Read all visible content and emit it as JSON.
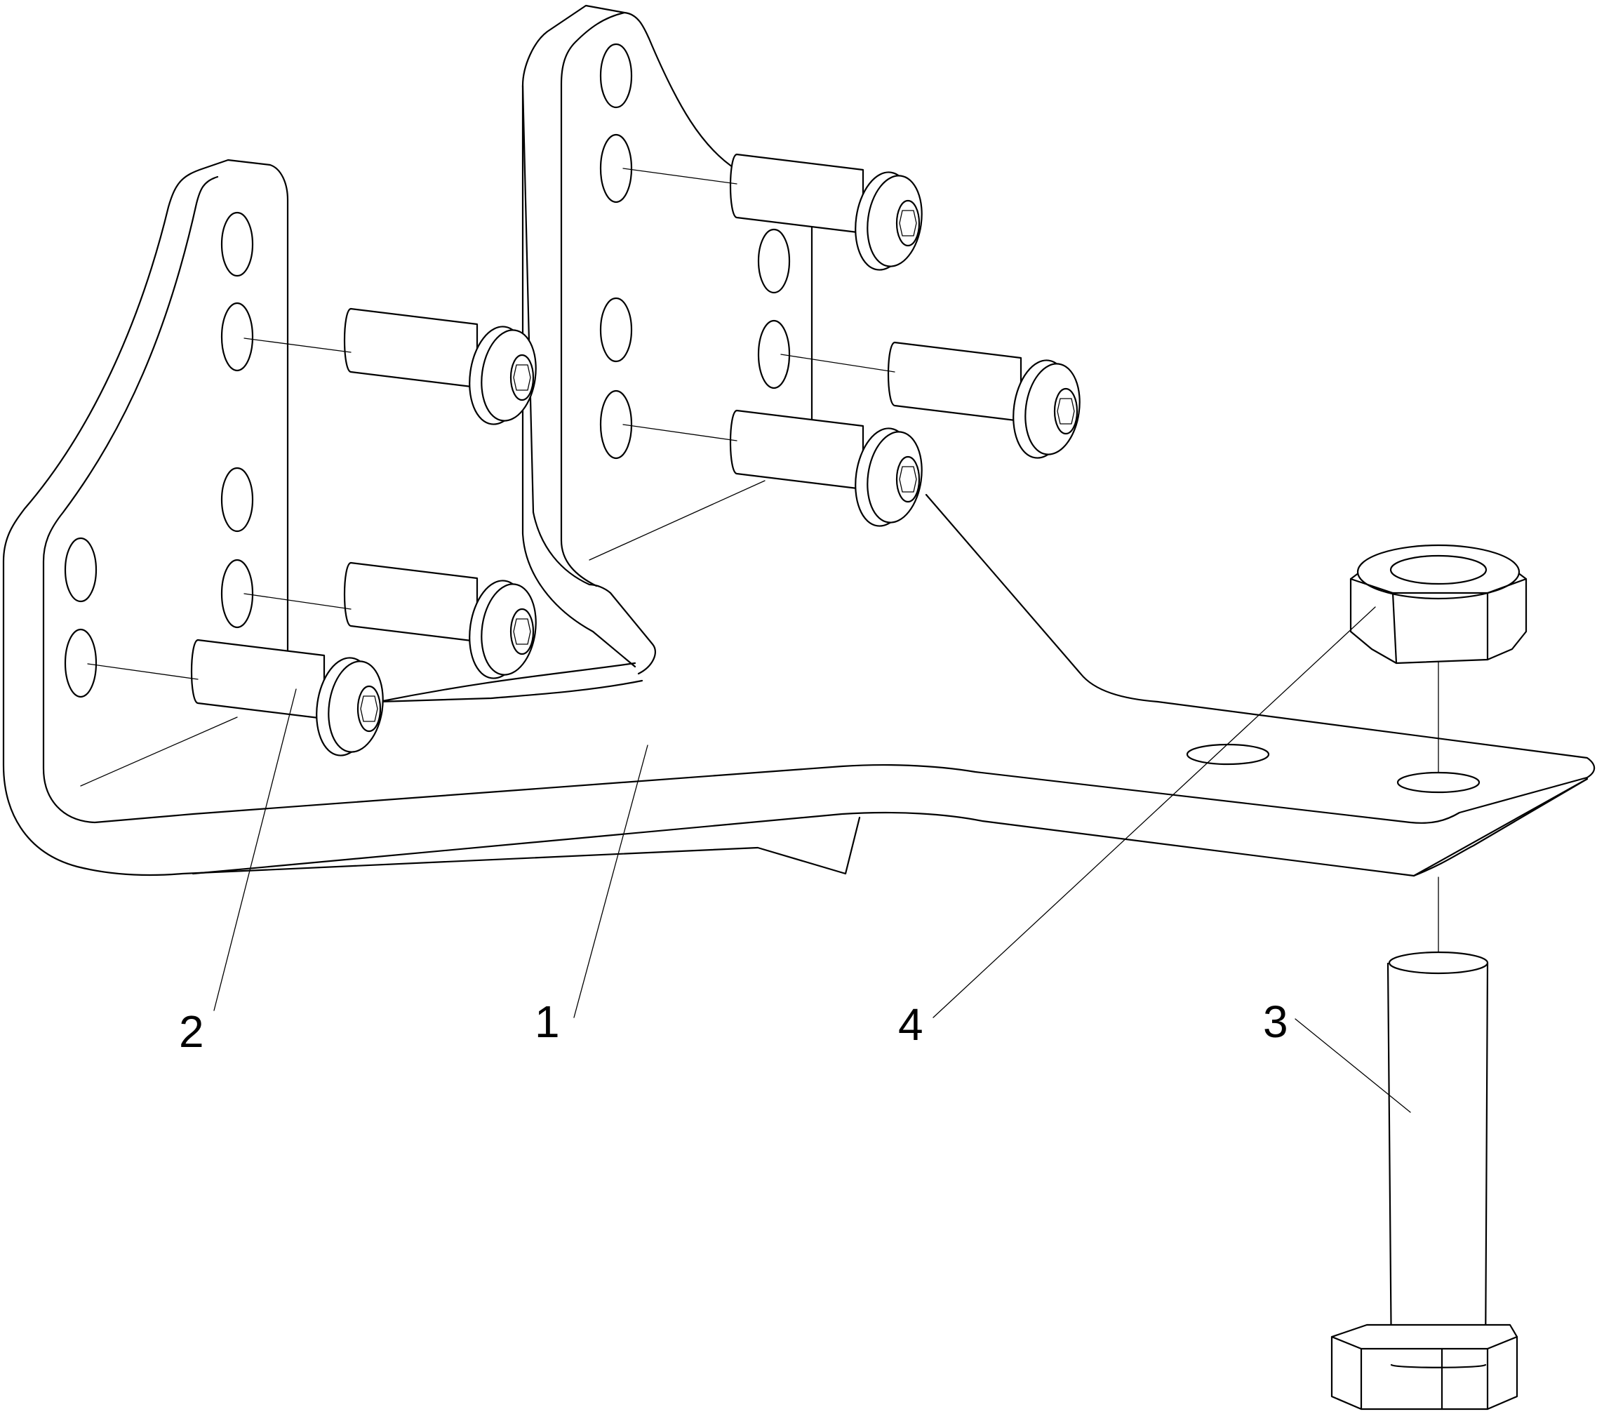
{
  "diagram": {
    "callouts": [
      {
        "id": "part-1",
        "label": "1"
      },
      {
        "id": "part-2",
        "label": "2"
      },
      {
        "id": "part-3",
        "label": "3"
      },
      {
        "id": "part-4",
        "label": "4"
      }
    ],
    "colors": {
      "line": "#000000",
      "background": "#ffffff"
    }
  }
}
